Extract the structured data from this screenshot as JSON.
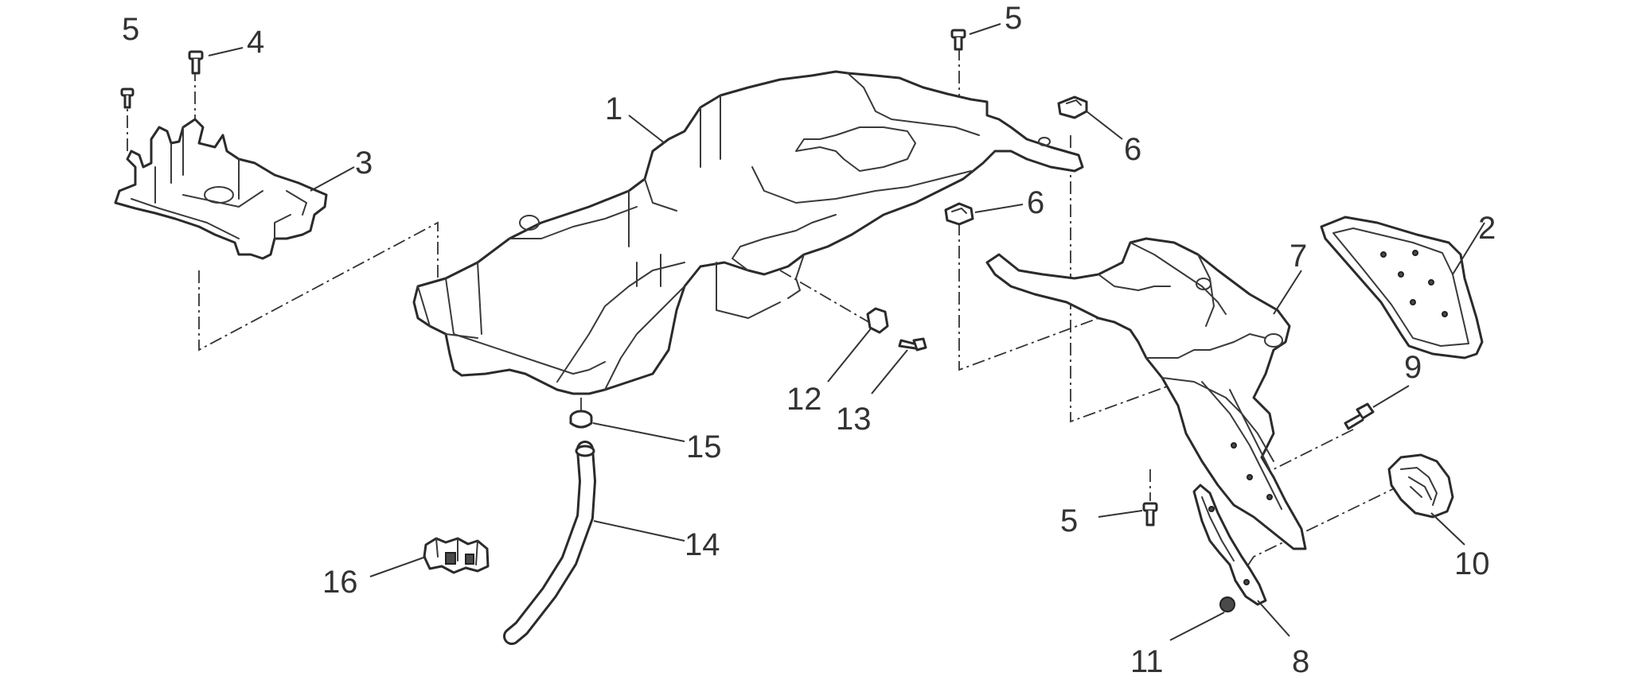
{
  "callouts": {
    "c1": "1",
    "c2": "2",
    "c3": "3",
    "c4": "4",
    "c5a": "5",
    "c5b": "5",
    "c5c": "5",
    "c6a": "6",
    "c6b": "6",
    "c7": "7",
    "c8": "8",
    "c9": "9",
    "c10": "10",
    "c11": "11",
    "c12": "12",
    "c13": "13",
    "c14": "14",
    "c15": "15",
    "c16": "16"
  },
  "colors": {
    "line": "#2b2b2b",
    "background": "#ffffff",
    "text": "#333333"
  }
}
